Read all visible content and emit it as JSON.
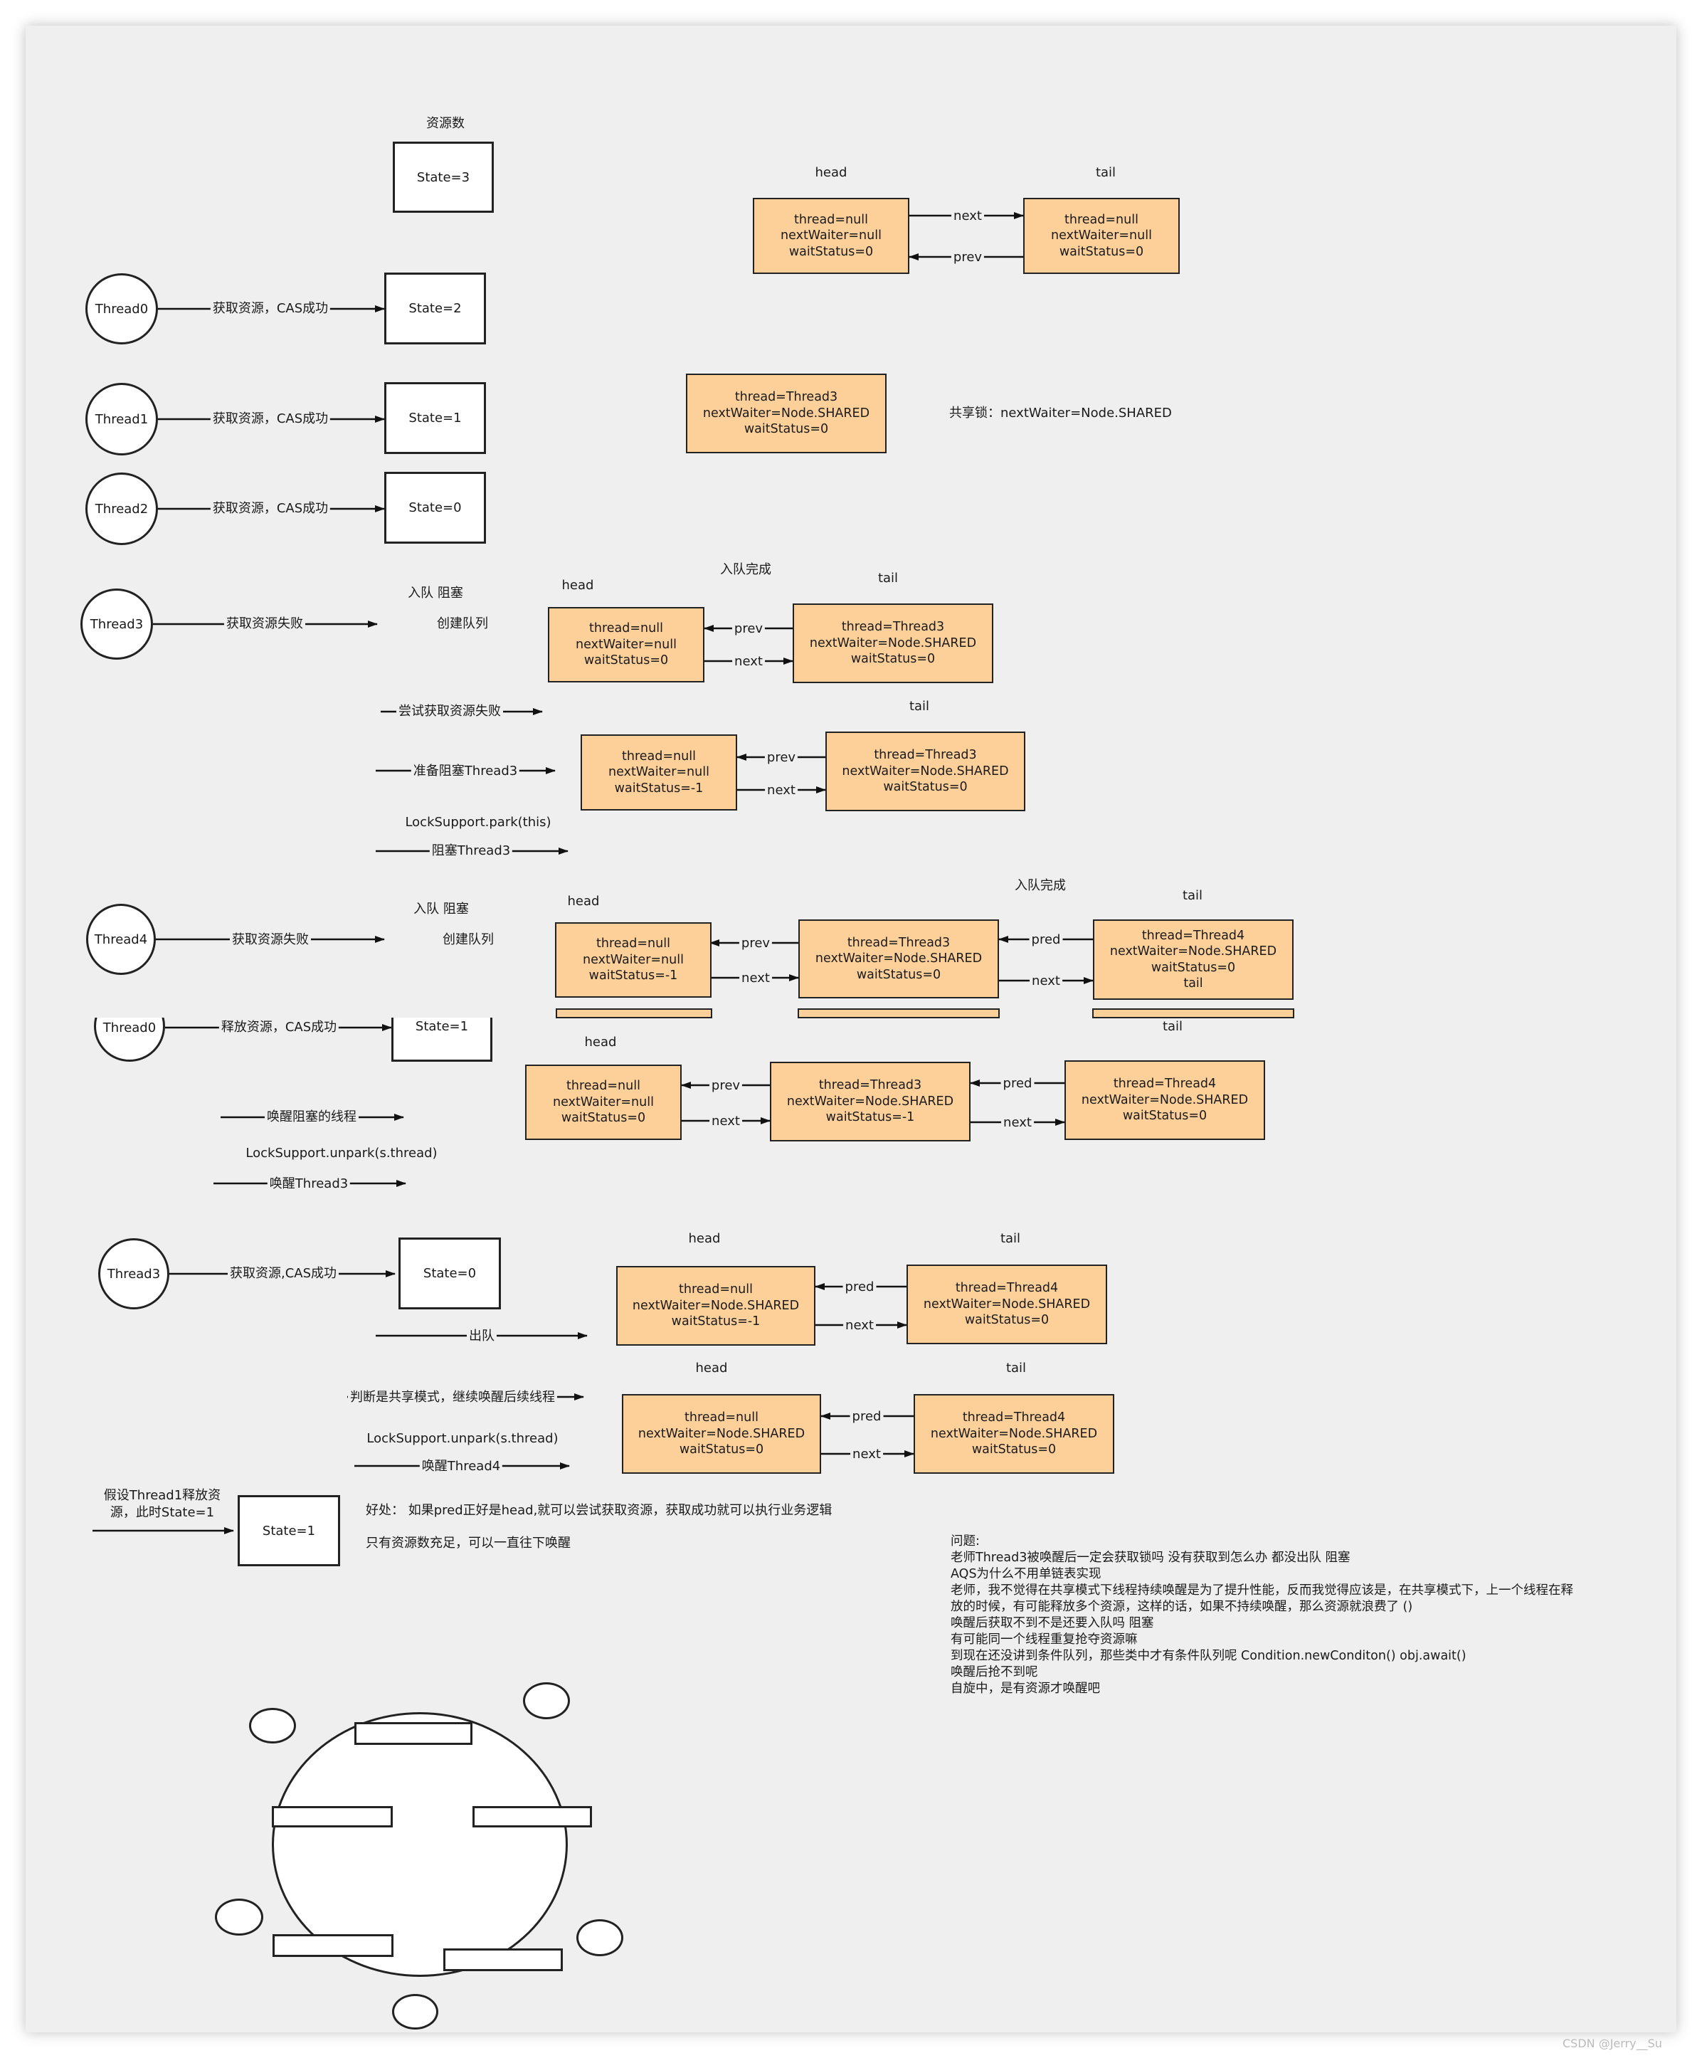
{
  "resource_label": "资源数",
  "states": {
    "s3": "State=3",
    "s2": "State=2",
    "s1": "State=1",
    "s0": "State=0",
    "s1b": "State=1",
    "s0b": "State=0",
    "s1c": "State=1"
  },
  "threads": {
    "t0": "Thread0",
    "t1": "Thread1",
    "t2": "Thread2",
    "t3": "Thread3",
    "t4": "Thread4",
    "t0b": "Thread0",
    "t3b": "Thread3"
  },
  "arrows": {
    "t0": "获取资源，CAS成功",
    "t1": "获取资源，CAS成功",
    "t2": "获取资源，CAS成功",
    "t3": "获取资源失败",
    "try_fail": "尝试获取资源失败",
    "prepare": "准备阻塞Thread3",
    "block": "阻塞Thread3",
    "t4": "获取资源失败",
    "t0_release": "释放资源，CAS成功",
    "wake_blocked": "唤醒阻塞的线程",
    "wake_t3": "唤醒Thread3",
    "t3_acquire": "获取资源,CAS成功",
    "dequeue": "出队",
    "shared_continue": "判断是共享模式，继续唤醒后续线程",
    "wake_t4": "唤醒Thread4"
  },
  "labels": {
    "head": "head",
    "tail": "tail",
    "next": "next",
    "prev": "prev",
    "pred": "pred",
    "enqueue_done": "入队完成",
    "enqueue_block": "入队   阻塞",
    "create_queue": "创建队列",
    "park": "LockSupport.park(this)",
    "unpark": "LockSupport.unpark(s.thread)",
    "shared_lock_note": "共享锁：nextWaiter=Node.SHARED",
    "assume_release": "假设Thread1释放资\n源，此时State=1",
    "benefit": "好处：  如果pred正好是head,就可以尝试获取资源，获取成功就可以执行业务逻辑",
    "only_enough": "只有资源数充足，可以一直往下唤醒"
  },
  "nodes": {
    "null0": [
      "thread=null",
      "nextWaiter=null",
      "waitStatus=0"
    ],
    "nullm1": [
      "thread=null",
      "nextWaiter=null",
      "waitStatus=-1"
    ],
    "t3_0": [
      "thread=Thread3",
      "nextWaiter=Node.SHARED",
      "waitStatus=0"
    ],
    "t3_m1": [
      "thread=Thread3",
      "nextWaiter=Node.SHARED",
      "waitStatus=-1"
    ],
    "t4_0": [
      "thread=Thread4",
      "nextWaiter=Node.SHARED",
      "waitStatus=0"
    ],
    "shared_null_m1": [
      "thread=null",
      "nextWaiter=Node.SHARED",
      "waitStatus=-1"
    ],
    "shared_null_0": [
      "thread=null",
      "nextWaiter=Node.SHARED",
      "waitStatus=0"
    ]
  },
  "questions": {
    "title": "问题:",
    "lines": [
      "老师Thread3被唤醒后一定会获取锁吗 没有获取到怎么办 都没出队      阻塞",
      "AQS为什么不用单链表实现",
      "老师，我不觉得在共享模式下线程持续唤醒是为了提升性能，反而我觉得应该是，在共享模式下，上一个线程在释",
      "放的时候，有可能释放多个资源，这样的话，如果不持续唤醒，那么资源就浪费了    ()",
      "唤醒后获取不到不是还要入队吗      阻塞",
      "有可能同一个线程重复抢夺资源嘛",
      "到现在还没讲到条件队列，那些类中才有条件队列呢        Condition.newConditon() obj.await()",
      "唤醒后抢不到呢",
      "自旋中，是有资源才唤醒吧"
    ]
  },
  "watermark": "CSDN @Jerry__Su"
}
